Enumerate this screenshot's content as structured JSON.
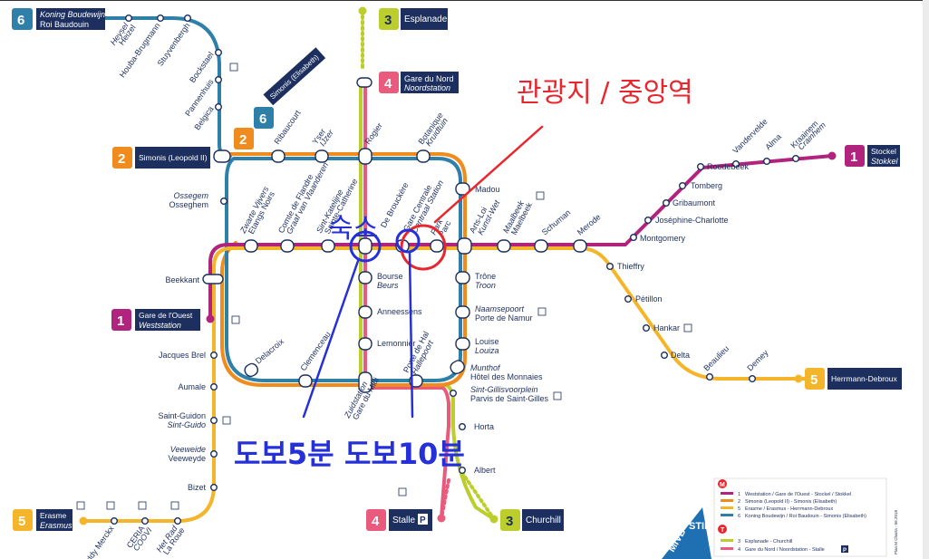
{
  "colors": {
    "line1": "#b1247e",
    "line2": "#f08c1d",
    "line3": "#bcce2c",
    "line4": "#e95a7d",
    "line5": "#f5b52a",
    "line6": "#2f80a9",
    "navy": "#1c2f5f",
    "annotation_red": "#e8262e",
    "annotation_blue": "#2530d8",
    "stib_blue": "#1f6fb3"
  },
  "terminals": {
    "t6_number": "6",
    "t6_name": "Koning Boudewijn",
    "t6_name2": "Roi Baudouin",
    "t3n_number": "3",
    "t3n_name": "Esplanade",
    "t4n_number": "4",
    "t4n_name": "Gare du Nord",
    "t4n_name2": "Noordstation",
    "t26_num_a": "2",
    "t26_num_b": "6",
    "t26_name": "Simonis (Elisabeth)",
    "t2_number": "2",
    "t2_name": "Simonis (Leopold II)",
    "t1e_number": "1",
    "t1e_name": "Stockel",
    "t1e_name2": "Stokkel",
    "t1w_number": "1",
    "t1w_name": "Gare de l'Ouest",
    "t1w_name2": "Weststation",
    "t5e_number": "5",
    "t5e_name": "Herrmann-Debroux",
    "t5w_number": "5",
    "t5w_name": "Erasme",
    "t5w_name2": "Erasmus",
    "t4s_number": "4",
    "t4s_name": "Stalle",
    "t4s_parking": "P",
    "t3s_number": "3",
    "t3s_name": "Churchill"
  },
  "stations": {
    "heysel_1": "Heysel",
    "heysel_2": "Heizel",
    "houba": "Houba-Brugmann",
    "stuyvenbergh": "Stuyvenbergh",
    "bockstael": "Bockstael",
    "pannenhuis": "Pannenhuis",
    "belgica": "Belgica",
    "ribaucourt": "Ribaucourt",
    "yser_1": "Yser",
    "yser_2": "IJzer",
    "rogier": "Rogier",
    "botanique_1": "Botanique",
    "botanique_2": "Kruidtuin",
    "madou": "Madou",
    "ossegem_1": "Ossegem",
    "ossegem_2": "Osseghem",
    "etangs_1": "Zwarte Vijvers",
    "etangs_2": "Etangs Noirs",
    "comte_1": "Comte de Flandre",
    "comte_2": "Graaf van Vlaanderen",
    "catherine_1": "Sint-Katelijne",
    "catherine_2": "Sainte-Catherine",
    "deb_1": "De Brouckère",
    "gc_1": "Gare Centrale",
    "gc_2": "Centraal Station",
    "parc_1": "Park",
    "parc_2": "Parc",
    "arts_1": "Arts-Loi",
    "arts_2": "Kunst-Wet",
    "maalbeek_1": "Maalbeek",
    "maalbeek_2": "Maelbeek",
    "schuman": "Schuman",
    "merode": "Merode",
    "montgomery": "Montgomery",
    "josephine": "Joséphine-Charlotte",
    "gribaumont": "Gribaumont",
    "tomberg": "Tomberg",
    "roodebeek": "Roodebeek",
    "vandervelde": "Vandervelde",
    "alma": "Alma",
    "kraainem_1": "Kraainem",
    "kraainem_2": "Crainhem",
    "beekkant": "Beekkant",
    "bourse_1": "Bourse",
    "bourse_2": "Beurs",
    "anneessens": "Anneessens",
    "lemonnier": "Lemonnier",
    "trone_1": "Trône",
    "trone_2": "Troon",
    "naamse_1": "Naamsepoort",
    "naamse_2": "Porte de Namur",
    "louise_1": "Louise",
    "louise_2": "Louiza",
    "munthof_1": "Munthof",
    "munthof_2": "Hôtel des Monnaies",
    "stgilles_1": "Sint-Gillisvoorplein",
    "stgilles_2": "Parvis de Saint-Gilles",
    "horta": "Horta",
    "albert": "Albert",
    "thieffry": "Thieffry",
    "petillon": "Pétillon",
    "hankar": "Hankar",
    "delta": "Delta",
    "beaulieu": "Beaulieu",
    "demey": "Demey",
    "jacques_brel": "Jacques Brel",
    "aumale": "Aumale",
    "stguidon_1": "Saint-Guidon",
    "stguidon_2": "Sint-Guido",
    "veeweyde_1": "Veeweide",
    "veeweyde_2": "Veeweyde",
    "bizet": "Bizet",
    "delacroix": "Delacroix",
    "clemenceau": "Clemenceau",
    "midi_1": "Zuidstation",
    "midi_2": "Gare du Midi",
    "hal_1": "Porte de Hal",
    "hal_2": "Hallepoort",
    "merckx": "Eddy Merckx",
    "ceria_1": "CERIA",
    "ceria_2": "COOVI",
    "hetrad_1": "Het Rad",
    "hetrad_2": "La Roue"
  },
  "annotations": {
    "korean_top": "관광지 / 중앙역",
    "korean_left_scribble": "숙소",
    "korean_bottom_left": "도보5분",
    "korean_bottom_right": "도보10분"
  },
  "legend": {
    "metro_badge": "M",
    "tram_badge": "T",
    "l1": "Weststation / Gare de l'Ouest - Stockel / Stokkel",
    "l2": "Simonis (Leopold II) - Simonis (Elisabeth)",
    "l5": "Erasme / Erasmus - Herrmann-Debroux",
    "l6": "Koning Boudewijn / Roi Baudouin - Simonis (Elisabeth)",
    "l3": "Esplanade - Churchill",
    "l4": "Gare du Nord / Noordstation - Stalle",
    "n1": "1",
    "n2": "2",
    "n5": "5",
    "n6": "6",
    "n3": "3",
    "n4": "4",
    "l4_parking": "P",
    "credit": "Plan M Charta - 06.2018"
  },
  "brand": {
    "mivb": "MIVB",
    "stib": "STIB"
  }
}
